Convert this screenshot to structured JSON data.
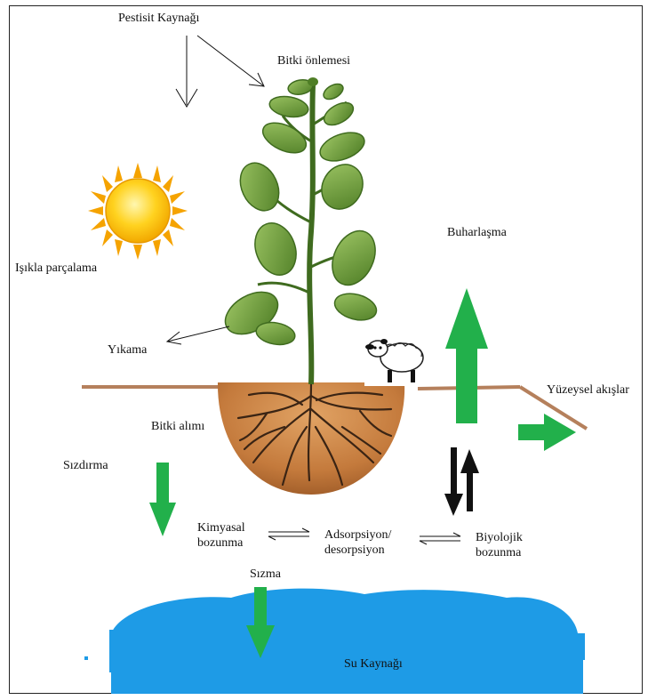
{
  "labels": {
    "pesticide_source": "Pestisit Kaynağı",
    "plant_prevention": "Bitki önlemesi",
    "photodegradation": "Işıkla parçalama",
    "washing": "Yıkama",
    "evaporation": "Buharlaşma",
    "surface_runoff": "Yüzeysel akışlar",
    "plant_uptake": "Bitki alımı",
    "leaching": "Sızdırma",
    "chemical_degradation_1": "Kimyasal",
    "chemical_degradation_2": "bozunma",
    "adsorption_1": "Adsorpsiyon/",
    "adsorption_2": "desorpsiyon",
    "biological_degradation_1": "Biyolojik",
    "biological_degradation_2": "bozunma",
    "infiltration": "Sızma",
    "water_source": "Su Kaynağı"
  },
  "colors": {
    "green_arrow": "#22b04b",
    "ground_line": "#b5805c",
    "soil": "#c47a3c",
    "water": "#1e9be6",
    "sun": "#f7c600",
    "leaf": "#6b9a3a",
    "stem": "#3f6b1f"
  }
}
